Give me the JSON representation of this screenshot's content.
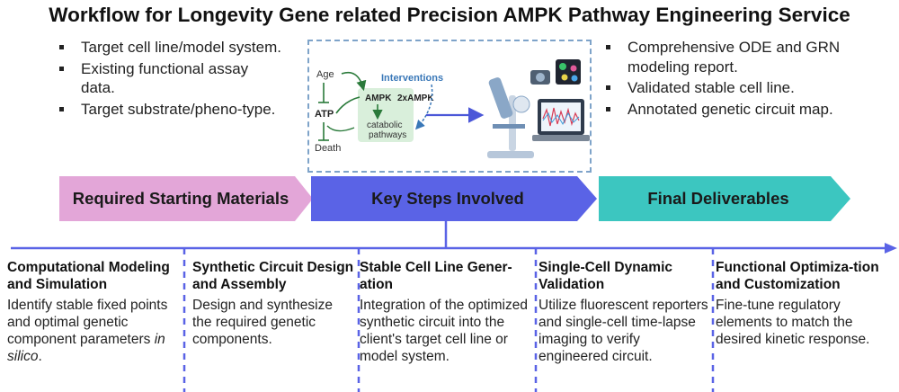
{
  "title": "Workflow for Longevity Gene related Precision AMPK Pathway Engineering Service",
  "starting_materials": [
    "Target cell line/model system.",
    "Existing functional assay data.",
    "Target substrate/pheno-type."
  ],
  "deliverables": [
    "Comprehensive ODE and GRN modeling report.",
    "Validated stable cell line.",
    "Annotated genetic circuit map."
  ],
  "illustration": {
    "age": "Age",
    "atp": "ATP",
    "death": "Death",
    "interventions": "Interventions",
    "ampk": "AMPK",
    "ampk2x": "2xAMPK",
    "catabolic1": "catabolic",
    "catabolic2": "pathways"
  },
  "banners": {
    "starting": "Required Starting Materials",
    "steps": "Key Steps Involved",
    "deliverables": "Final Deliverables"
  },
  "colors": {
    "starting": "#e3a6d8",
    "steps": "#5a63e6",
    "deliverables": "#3cc6c0",
    "timeline": "#5a63e6"
  },
  "steps": [
    {
      "heading": "Computational Modeling and Simulation",
      "desc": "Identify stable fixed points and optimal genetic component parameters",
      "desc_italic": "in silico",
      "desc_end": "."
    },
    {
      "heading": "Synthetic Circuit Design and Assembly",
      "desc": "Design and synthesize the required genetic components."
    },
    {
      "heading": "Stable Cell Line Gener-ation",
      "desc": "Integration of the optimized synthetic circuit into the client's target cell line or model system."
    },
    {
      "heading": "Single-Cell Dynamic Validation",
      "desc": "Utilize fluorescent reporters and single-cell time-lapse imaging to verify engineered circuit."
    },
    {
      "heading": "Functional Optimiza-tion and Customization",
      "desc": "Fine-tune regulatory elements to match the desired kinetic response."
    }
  ]
}
